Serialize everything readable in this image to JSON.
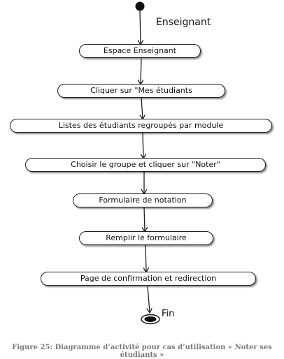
{
  "diagram": {
    "swimlane_label": "Enseignant",
    "end_label": "Fin",
    "steps": [
      "Espace Enseignant",
      "Cliquer sur \"Mes étudiants",
      "Listes des étudiants regroupés par module",
      "Choisir le groupe et cliquer sur \"Noter\"",
      "Formulaire de notation",
      "Remplir le formulaire",
      "Page de confirmation et redirection"
    ]
  },
  "caption": "Figure 25: Diagramme d’activité pour cas d’utilisation « Noter ses étudiants »"
}
